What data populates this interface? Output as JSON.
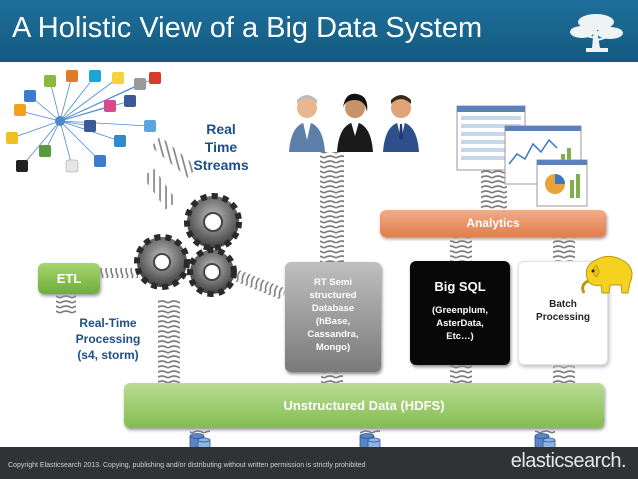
{
  "slide": {
    "title": "A Holistic View of a Big Data System",
    "footer": {
      "copyright": "Copyright Elasticsearch 2013. Copying, publishing and/or distributing without written permission is strictly prohibited",
      "brand": "elasticsearch."
    }
  },
  "diagram": {
    "real_time_streams": "Real\nTime\nStreams",
    "real_time_processing": "Real-Time\nProcessing\n(s4, storm)",
    "etl": "ETL",
    "analytics": "Analytics",
    "rt_db": "RT Semi\nstructured\nDatabase\n(hBase,\nCassandra,\nMongo)",
    "big_sql_title": "Big SQL",
    "big_sql_sub": "(Greenplum,\nAsterData,\nEtc…)",
    "batch": "Batch\nProcessing",
    "hdfs": "Unstructured Data (HDFS)"
  },
  "colors": {
    "title_bar": "#1a6690",
    "footer": "#2f3336",
    "hdfs": "#8cc25a",
    "etl": "#7ab648",
    "analytics": "#e8895a",
    "blue_text": "#1d4f86",
    "spring": "#8a8a8a"
  },
  "icons": [
    "bonsai-tree-icon",
    "social-network-icon",
    "gear-icon",
    "people-icon",
    "dashboard-screens-icon",
    "hadoop-elephant-icon",
    "database-icon"
  ]
}
